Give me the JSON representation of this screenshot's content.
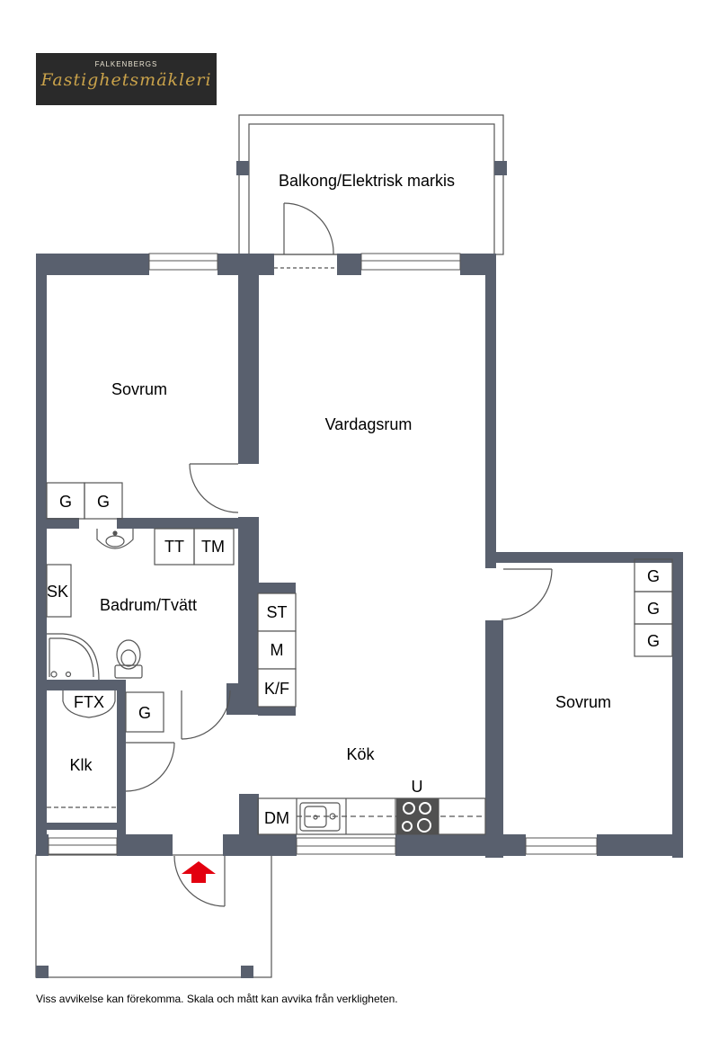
{
  "brand": {
    "line1": "FALKENBERGS",
    "line2": "Fastighetsmäkleri"
  },
  "rooms": {
    "balcony": "Balkong/Elektrisk markis",
    "bedroom_left": "Sovrum",
    "living_room": "Vardagsrum",
    "bathroom": "Badrum/Tvätt",
    "bedroom_right": "Sovrum",
    "kitchen": "Kök",
    "closet": "Klk"
  },
  "fixtures": {
    "wardrobe_1": "G",
    "wardrobe_2": "G",
    "tumble_dryer": "TT",
    "washer": "TM",
    "cabinet_sk": "SK",
    "freezer": "ST",
    "microwave": "M",
    "fridge_freezer": "K/F",
    "ftx": "FTX",
    "hall_wardrobe": "G",
    "dishwasher": "DM",
    "oven": "U",
    "wardrobe_right_1": "G",
    "wardrobe_right_2": "G",
    "wardrobe_right_3": "G"
  },
  "colors": {
    "wall": "#59606e",
    "line": "#555555",
    "arrow": "#e3000f"
  },
  "disclaimer": "Viss avvikelse kan förekomma. Skala och mått kan avvika från verkligheten."
}
